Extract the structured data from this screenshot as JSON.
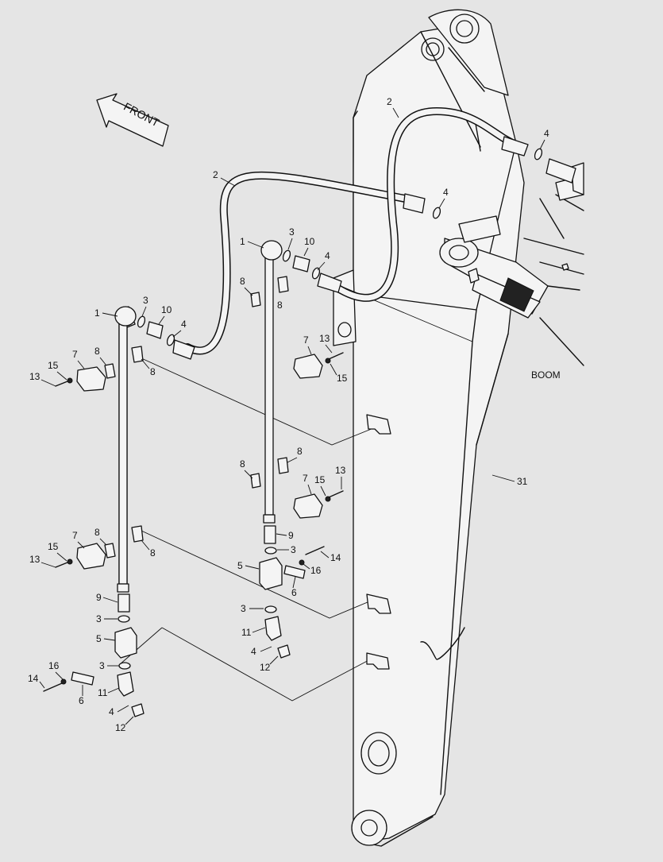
{
  "labels": {
    "front": "FRONT",
    "boom": "BOOM"
  },
  "part_numbers": {
    "p1": "1",
    "p2": "2",
    "p3": "3",
    "p4": "4",
    "p5": "5",
    "p6": "6",
    "p7": "7",
    "p8": "8",
    "p9": "9",
    "p10": "10",
    "p11": "11",
    "p12": "12",
    "p13": "13",
    "p14": "14",
    "p15": "15",
    "p16": "16",
    "p31": "31"
  },
  "colors": {
    "background": "#e5e5e5",
    "line": "#111111",
    "part_fill": "#f4f4f4"
  }
}
